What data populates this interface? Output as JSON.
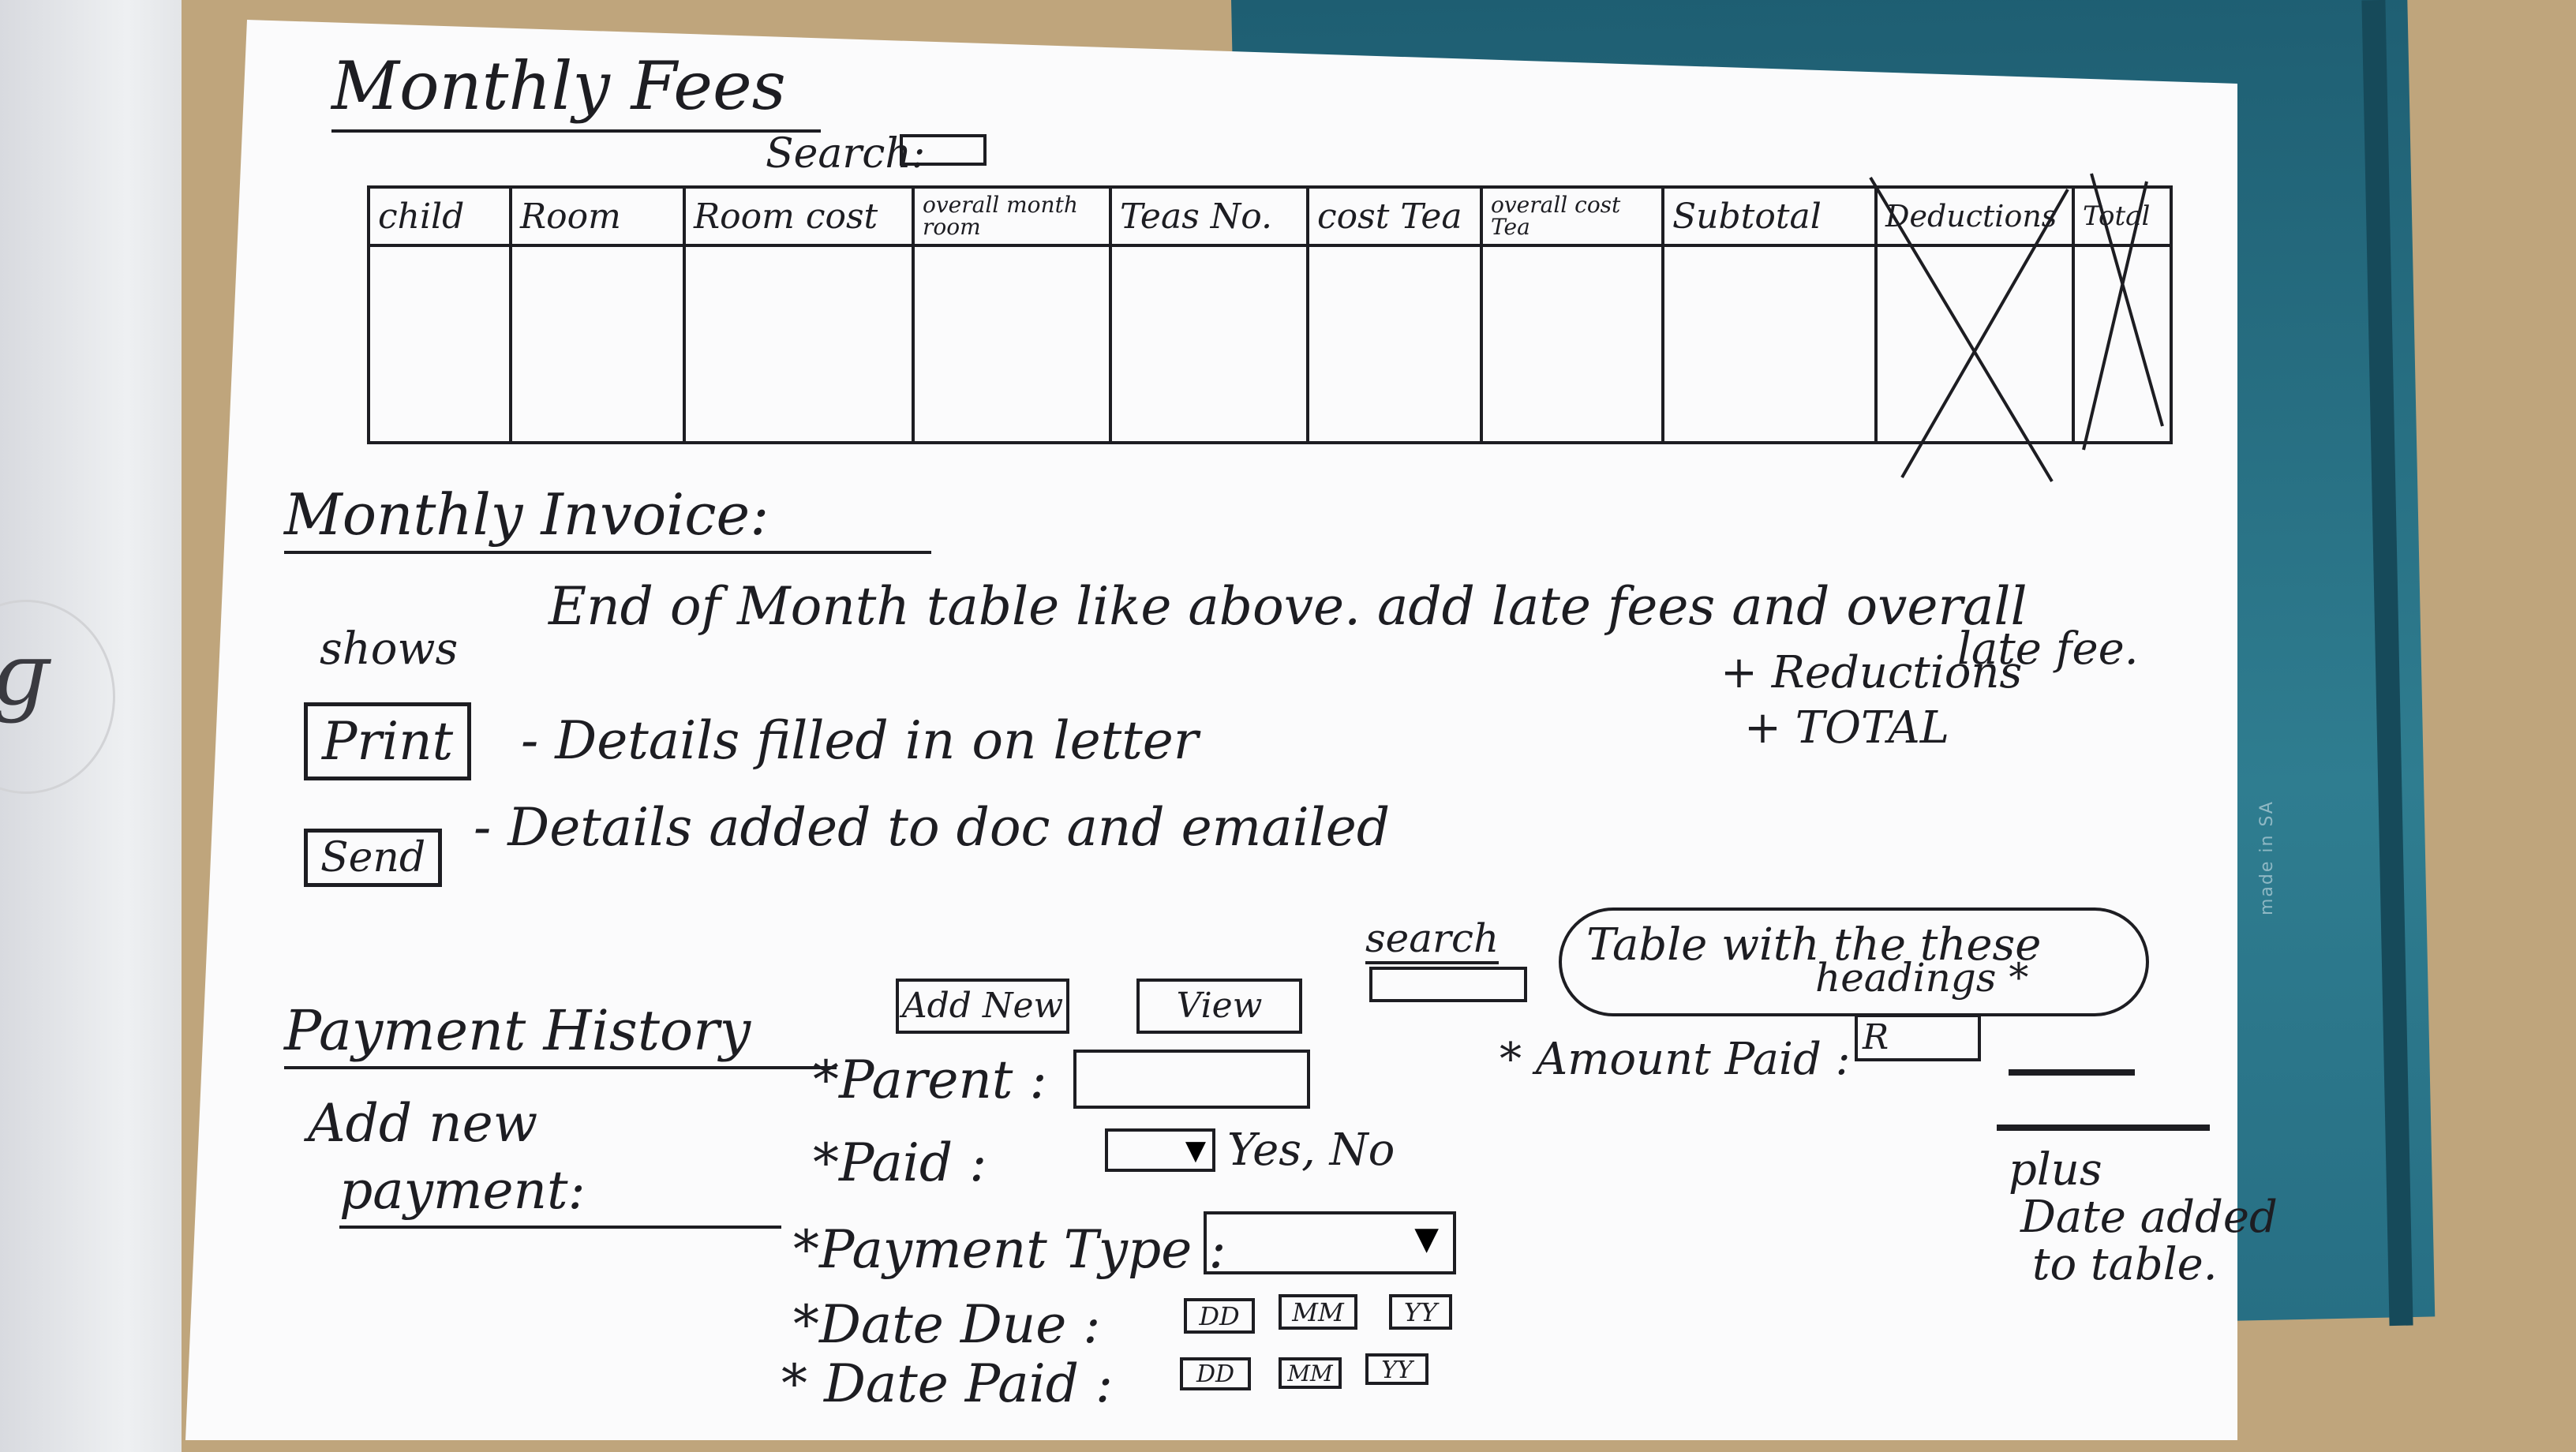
{
  "monthly_fees": {
    "title": "Monthly Fees",
    "search_label": "Search:",
    "columns": [
      "child",
      "Room",
      "Room cost",
      "overall month room",
      "Teas No.",
      "cost Tea",
      "overall cost Tea",
      "Subtotal",
      "Deductions",
      "Total"
    ],
    "crossed_out_columns": [
      "Deductions",
      "Total"
    ]
  },
  "monthly_invoice": {
    "title": "Monthly Invoice:",
    "shows_label": "shows",
    "line1": "End of Month table like above. add late fees and overall",
    "line1_cont": "late fee.",
    "plus_deductions": "+ Reductions",
    "plus_total": "+ TOTAL",
    "print_button": "Print",
    "print_desc": "- Details filled in on letter",
    "send_button": "Send",
    "send_desc": "- Details added to doc and emailed"
  },
  "payment_history": {
    "title": "Payment History",
    "subtitle_l1": "Add new",
    "subtitle_l2": "payment:",
    "add_new_button": "Add New",
    "view_button": "View",
    "search_label": "search",
    "cloud_note_l1": "Table with the these",
    "cloud_note_l2": "headings *",
    "amount_paid_label": "* Amount Paid :",
    "amount_paid_prefix": "R",
    "parent_label": "*Parent :",
    "paid_label": "*Paid :",
    "paid_options": "Yes, No",
    "payment_type_label": "*Payment Type :",
    "date_due_label": "*Date Due :",
    "date_paid_label": "* Date Paid :",
    "date_fields": [
      "DD",
      "MM",
      "YY"
    ],
    "side_note_l1": "plus",
    "side_note_l2": "Date added",
    "side_note_l3": "to table."
  },
  "background": {
    "left_mark": "ɡ",
    "binder_text": "made in SA"
  },
  "icons": {
    "dropdown": "triangle-down-icon"
  }
}
